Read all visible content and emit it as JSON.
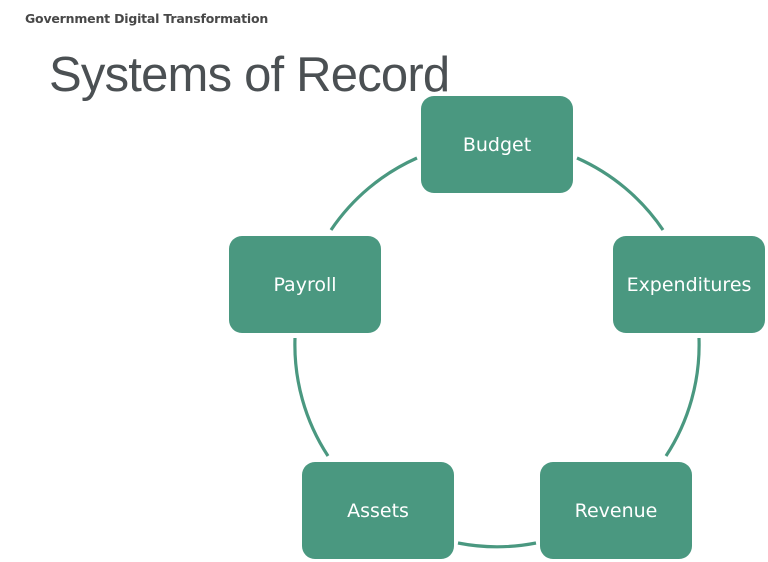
{
  "header": {
    "subtitle": "Government Digital Transformation"
  },
  "slide": {
    "title": "Systems of Record"
  },
  "diagram": {
    "type": "cycle",
    "colors": {
      "node_fill": "#4a9880",
      "node_text": "#ffffff",
      "connector": "#4a9880"
    },
    "nodes": [
      {
        "id": "budget",
        "label": "Budget"
      },
      {
        "id": "expenditures",
        "label": "Expenditures"
      },
      {
        "id": "revenue",
        "label": "Revenue"
      },
      {
        "id": "assets",
        "label": "Assets"
      },
      {
        "id": "payroll",
        "label": "Payroll"
      }
    ]
  }
}
